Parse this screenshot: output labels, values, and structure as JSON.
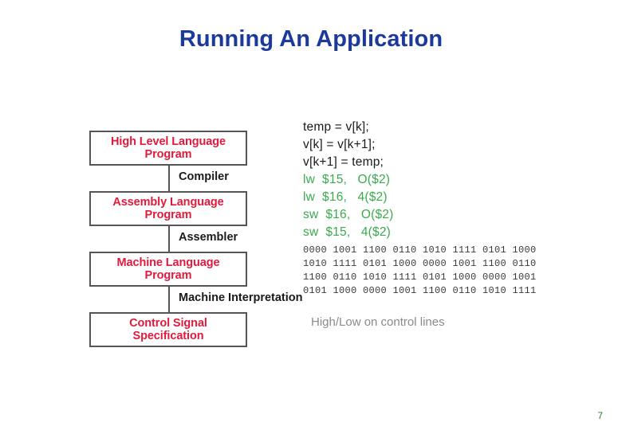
{
  "slide": {
    "title": "Running An Application",
    "page_number": "7",
    "colors": {
      "title": "#1b3a9b",
      "stage_text": "#e01a3c",
      "box_border": "#555555",
      "connector_label": "#1a1a1a",
      "high_level_code": "#1a1a1a",
      "assembly_code": "#3aaa4e",
      "binary_code": "#3a3a3a",
      "note_text": "#8a8a8a",
      "page_number": "#2d7a33",
      "background": "#ffffff"
    }
  },
  "diagram": {
    "stages": [
      {
        "line1": "High Level Language",
        "line2": "Program"
      },
      {
        "line1": "Assembly Language",
        "line2": "Program"
      },
      {
        "line1": "Machine Language",
        "line2": "Program"
      },
      {
        "line1": "Control Signal",
        "line2": "Specification"
      }
    ],
    "transitions": [
      {
        "label": "Compiler"
      },
      {
        "label": "Assembler"
      },
      {
        "label": "Machine Interpretation"
      }
    ]
  },
  "code": {
    "high_level": [
      "temp = v[k];",
      "v[k] = v[k+1];",
      "v[k+1] = temp;"
    ],
    "assembly": [
      "lw  $15,   O($2)",
      "lw  $16,   4($2)",
      "sw  $16,   O($2)",
      "sw  $15,   4($2)"
    ],
    "binary": [
      "0000 1001 1100 0110 1010 1111 0101 1000",
      "1010 1111 0101 1000 0000 1001 1100 0110",
      "1100 0110 1010 1111 0101 1000 0000 1001",
      "0101 1000 0000 1001 1100 0110 1010 1111"
    ],
    "control_note": "High/Low on control lines"
  }
}
